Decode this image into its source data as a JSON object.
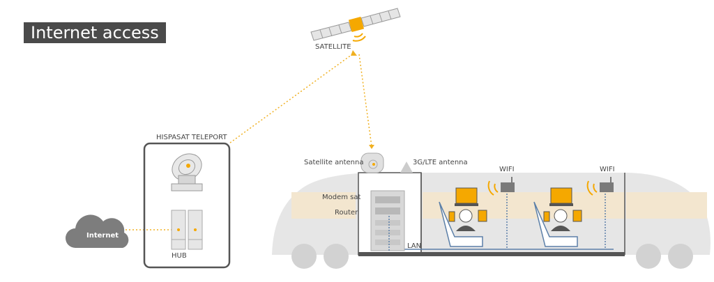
{
  "title": "Internet access",
  "labels": {
    "satellite": "SATELLITE",
    "teleport": "HISPASAT TELEPORT",
    "internet": "Internet",
    "hub": "HUB",
    "satellite_antenna": "Satellite antenna",
    "lte_antenna": "3G/LTE antenna",
    "modem": "Modem sat",
    "router": "Router",
    "lan": "LAN",
    "wifi_1": "WIFI",
    "wifi_2": "WIFI"
  },
  "colors": {
    "accent": "#f5a800",
    "link": "#f0b020",
    "dark": "#4a4a4a",
    "gray": "#cfcfcf",
    "cream": "#f3e6cf",
    "blue": "#5b7fa8"
  }
}
